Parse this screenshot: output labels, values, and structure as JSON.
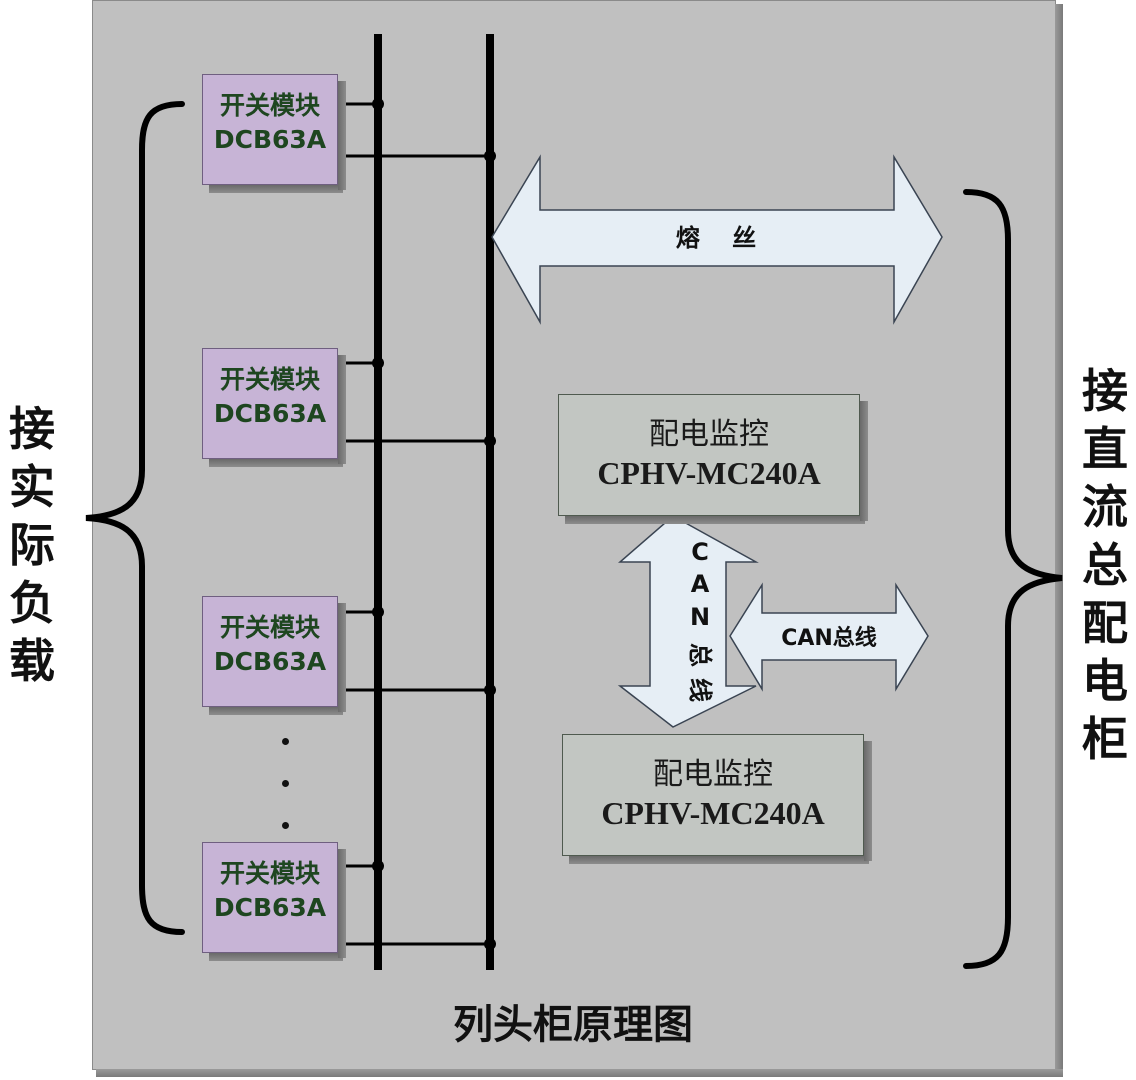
{
  "modules": [
    {
      "name": "开关模块",
      "model": "DCB63A"
    },
    {
      "name": "开关模块",
      "model": "DCB63A"
    },
    {
      "name": "开关模块",
      "model": "DCB63A"
    },
    {
      "name": "开关模块",
      "model": "DCB63A"
    }
  ],
  "fuse_label": "熔　 丝",
  "monitors": [
    {
      "name": "配电监控",
      "model": "CPHV-MC240A"
    },
    {
      "name": "配电监控",
      "model": "CPHV-MC240A"
    }
  ],
  "can_vertical": [
    "C",
    "A",
    "N",
    "总",
    "线"
  ],
  "can_horizontal": "CAN总线",
  "left_label": [
    "接",
    "实",
    "际",
    "负",
    "载"
  ],
  "right_label": [
    "接",
    "直",
    "流",
    "总",
    "配",
    "电",
    "柜"
  ],
  "title": "列头柜原理图",
  "colors": {
    "panel": "#c0c0c0",
    "module": "#c7b4d6",
    "module_text": "#1e4620",
    "arrow": "#e6eef5"
  }
}
